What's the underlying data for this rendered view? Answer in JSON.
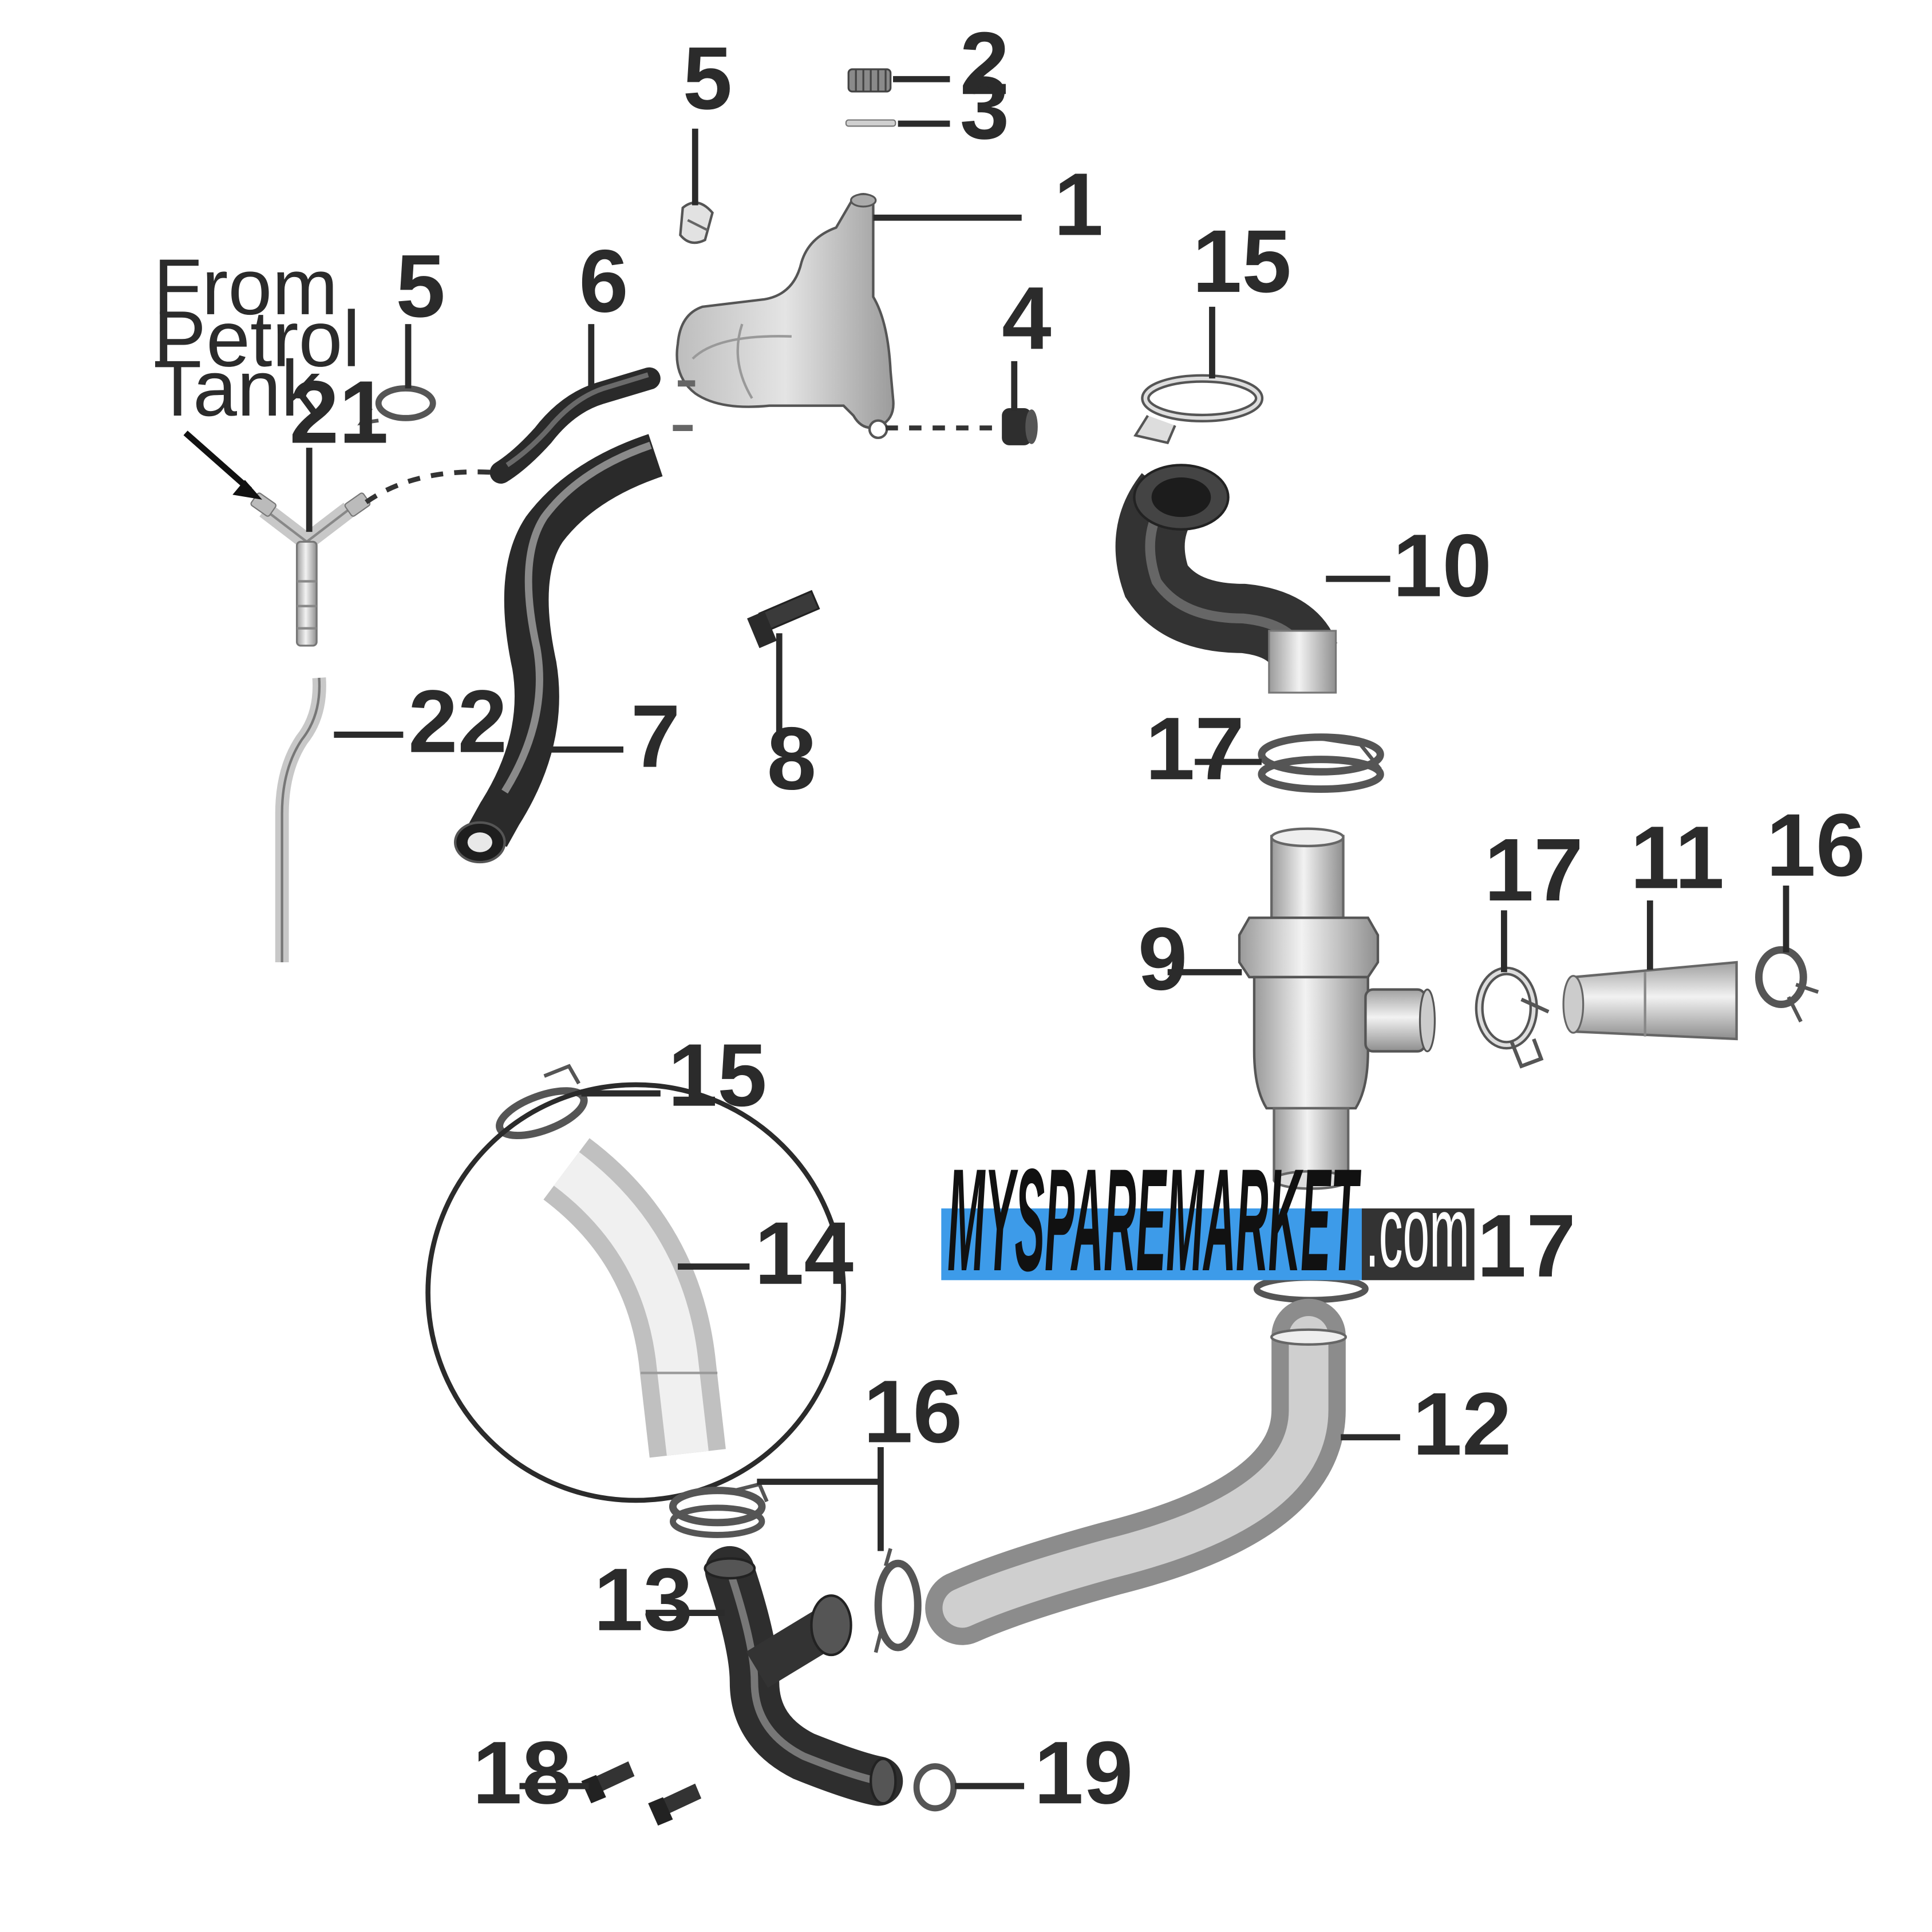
{
  "callouts": {
    "c1": "1",
    "c2": "2",
    "c3": "3",
    "c4": "4",
    "c5a": "5",
    "c5b": "5",
    "c6": "6",
    "c7": "7",
    "c8": "8",
    "c9": "9",
    "c10": "10",
    "c11": "11",
    "c12": "12",
    "c13": "13",
    "c14": "14",
    "c15a": "15",
    "c15b": "15",
    "c16a": "16",
    "c16b": "16",
    "c17a": "17",
    "c17b": "17",
    "c17c": "17",
    "c18": "18",
    "c19": "19",
    "c21": "21",
    "c22": "22"
  },
  "note": {
    "line1": "From",
    "line2": "Petrol",
    "line3": "Tank"
  },
  "watermark": {
    "main": "MYSPAREMARKET",
    "suffix": ".com",
    "blue": "#3d9be9",
    "dark": "#333333"
  },
  "colors": {
    "part_dark": "#3a3a3a",
    "part_light": "#dcdcdc",
    "line": "#2b2b2b"
  }
}
